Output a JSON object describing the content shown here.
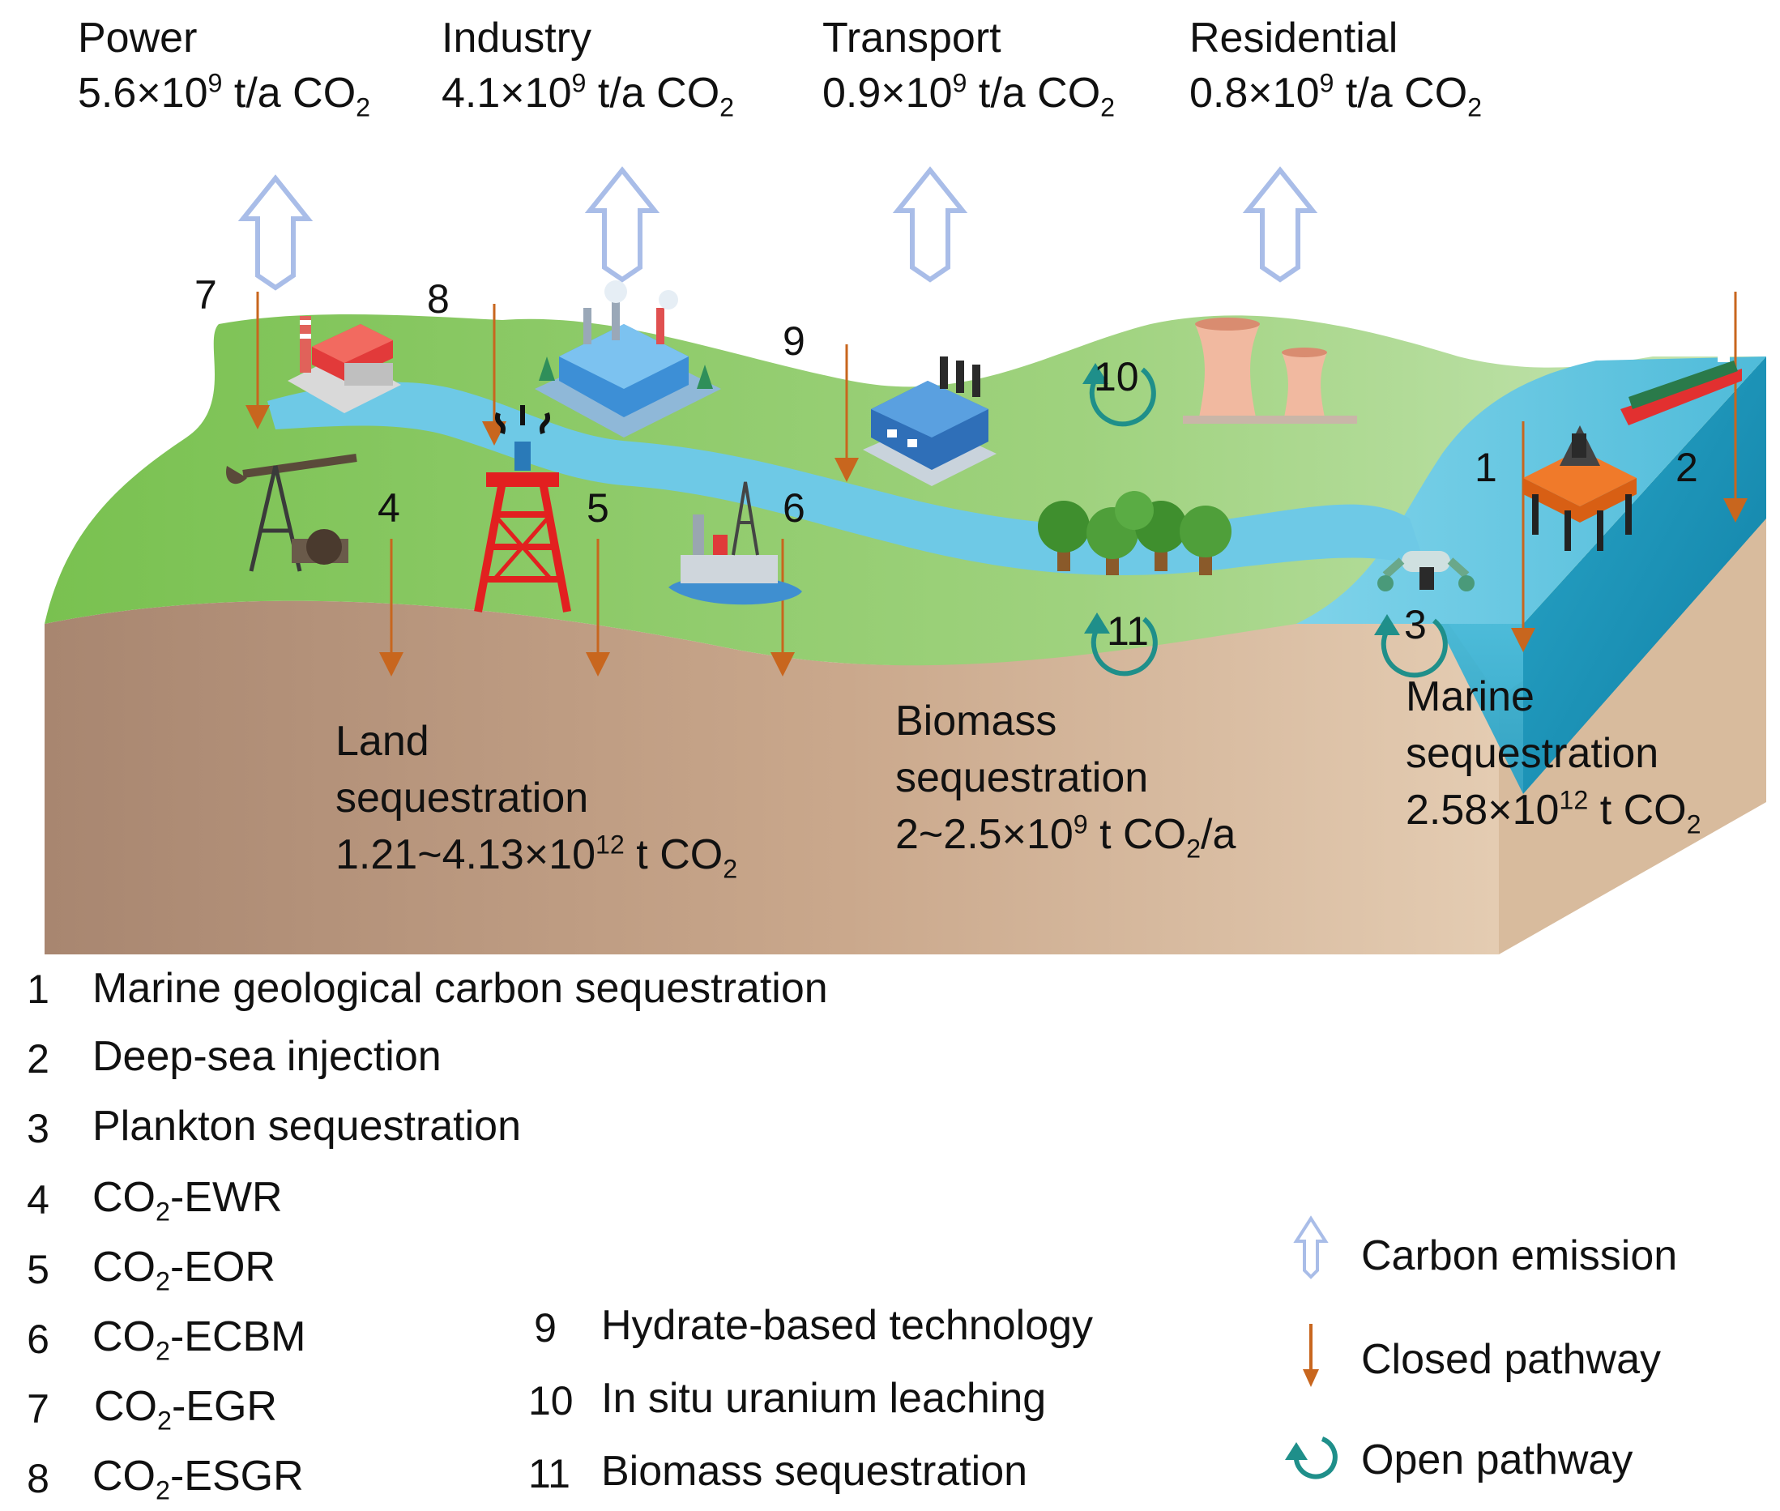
{
  "sectors": [
    {
      "name": "Power",
      "value": "5.6×10",
      "exp": "9",
      "unit": " t/a CO",
      "sub": "2"
    },
    {
      "name": "Industry",
      "value": "4.1×10",
      "exp": "9",
      "unit": " t/a CO",
      "sub": "2"
    },
    {
      "name": "Transport",
      "value": "0.9×10",
      "exp": "9",
      "unit": " t/a CO",
      "sub": "2"
    },
    {
      "name": "Residential",
      "value": "0.8×10",
      "exp": "9",
      "unit": " t/a CO",
      "sub": "2"
    }
  ],
  "regions": {
    "land": {
      "line1": "Land",
      "line2": "sequestration",
      "v1": "1.21~4.13×10",
      "exp": "12",
      "v2": " t CO",
      "sub": "2",
      "tail": ""
    },
    "biomass": {
      "line1": "Biomass",
      "line2": "sequestration",
      "v1": "2~2.5×10",
      "exp": "9",
      "v2": " t CO",
      "sub": "2",
      "tail": "/a"
    },
    "marine": {
      "line1": "Marine",
      "line2": "sequestration",
      "v1": "2.58×10",
      "exp": "12",
      "v2": " t CO",
      "sub": "2",
      "tail": ""
    }
  },
  "diagram_numbers": [
    "1",
    "2",
    "3",
    "4",
    "5",
    "6",
    "7",
    "8",
    "9",
    "10",
    "11"
  ],
  "legend_items": [
    {
      "num": "1",
      "text": "Marine geological carbon sequestration"
    },
    {
      "num": "2",
      "text": "Deep-sea injection"
    },
    {
      "num": "3",
      "text": "Plankton sequestration"
    },
    {
      "num": "4",
      "pre": "CO",
      "sub": "2",
      "post": "-EWR"
    },
    {
      "num": "5",
      "pre": "CO",
      "sub": "2",
      "post": "-EOR"
    },
    {
      "num": "6",
      "pre": "CO",
      "sub": "2",
      "post": "-ECBM"
    },
    {
      "num": "7",
      "pre": "CO",
      "sub": "2",
      "post": "-EGR"
    },
    {
      "num": "8",
      "pre": "CO",
      "sub": "2",
      "post": "-ESGR"
    },
    {
      "num": "9",
      "text": "Hydrate-based technology"
    },
    {
      "num": "10",
      "text": "In situ uranium leaching"
    },
    {
      "num": "11",
      "text": "Biomass sequestration"
    }
  ],
  "key": {
    "emission": "Carbon emission",
    "closed": "Closed pathway",
    "open": "Open pathway"
  },
  "colors": {
    "emission_arrow": "#a9bde8",
    "closed_arrow": "#c8661e",
    "open_arrow": "#1f8f8a",
    "land_green": "#86c95e",
    "river": "#6ec9e6",
    "soil": "#b08a6a",
    "sea": "#3fb4d4"
  }
}
